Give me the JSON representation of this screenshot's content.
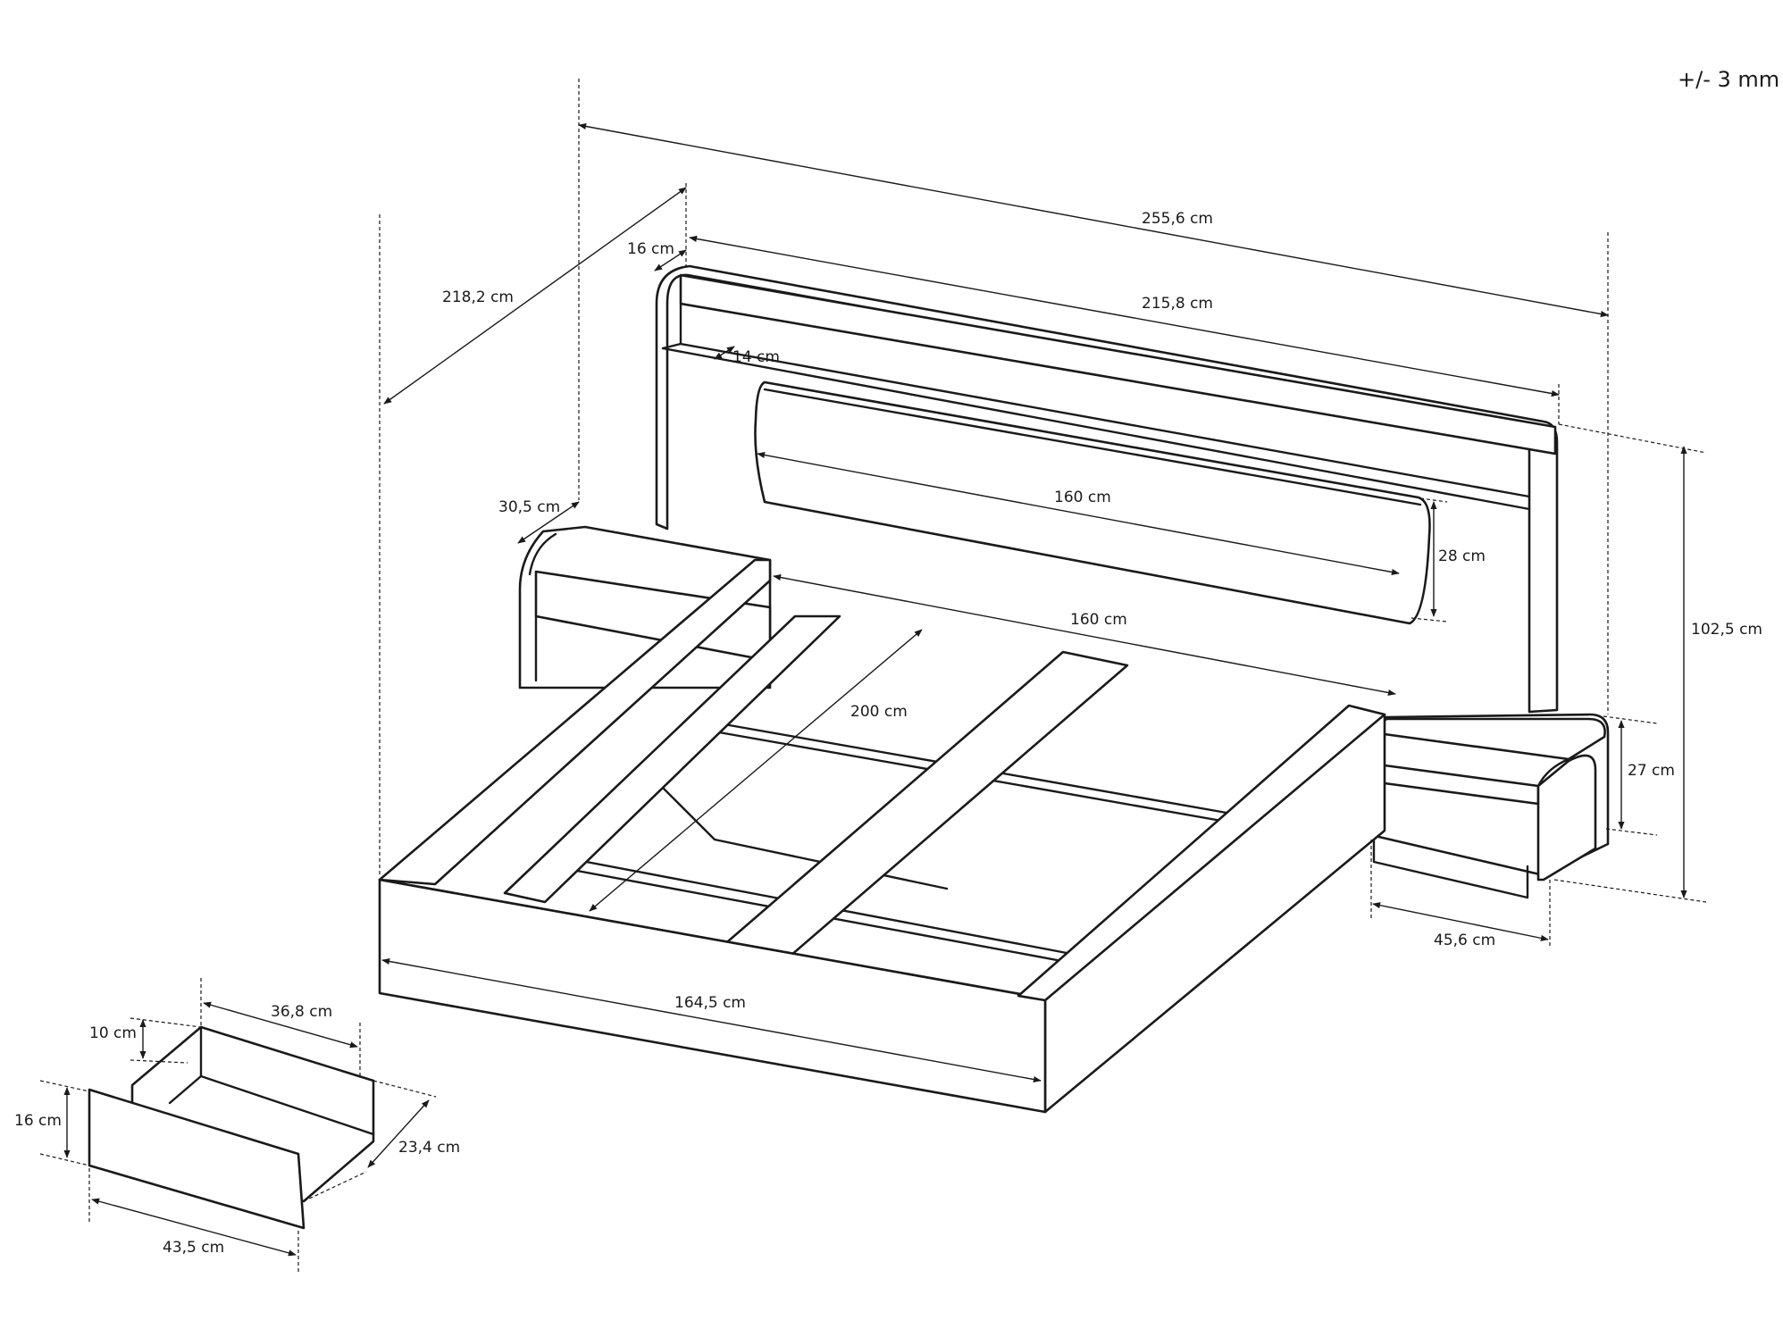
{
  "tolerance": "+/- 3 mm",
  "bed": {
    "overall_width": "255,6 cm",
    "depth": "218,2 cm",
    "headboard_thickness": "16 cm",
    "headboard_width": "215,8 cm",
    "shelf_depth": "14 cm",
    "cushion_width": "160 cm",
    "cushion_height": "28 cm",
    "mattress_width": "160 cm",
    "mattress_length": "200 cm",
    "frame_width": "164,5 cm",
    "total_height": "102,5 cm"
  },
  "nightstand": {
    "depth": "30,5 cm",
    "height": "27 cm",
    "width": "45,6 cm"
  },
  "drawer": {
    "inner_width": "36,8 cm",
    "inner_height": "10 cm",
    "front_height": "16 cm",
    "depth": "23,4 cm",
    "front_width": "43,5 cm"
  },
  "colors": {
    "line": "#1a1a1a",
    "background": "#ffffff"
  }
}
